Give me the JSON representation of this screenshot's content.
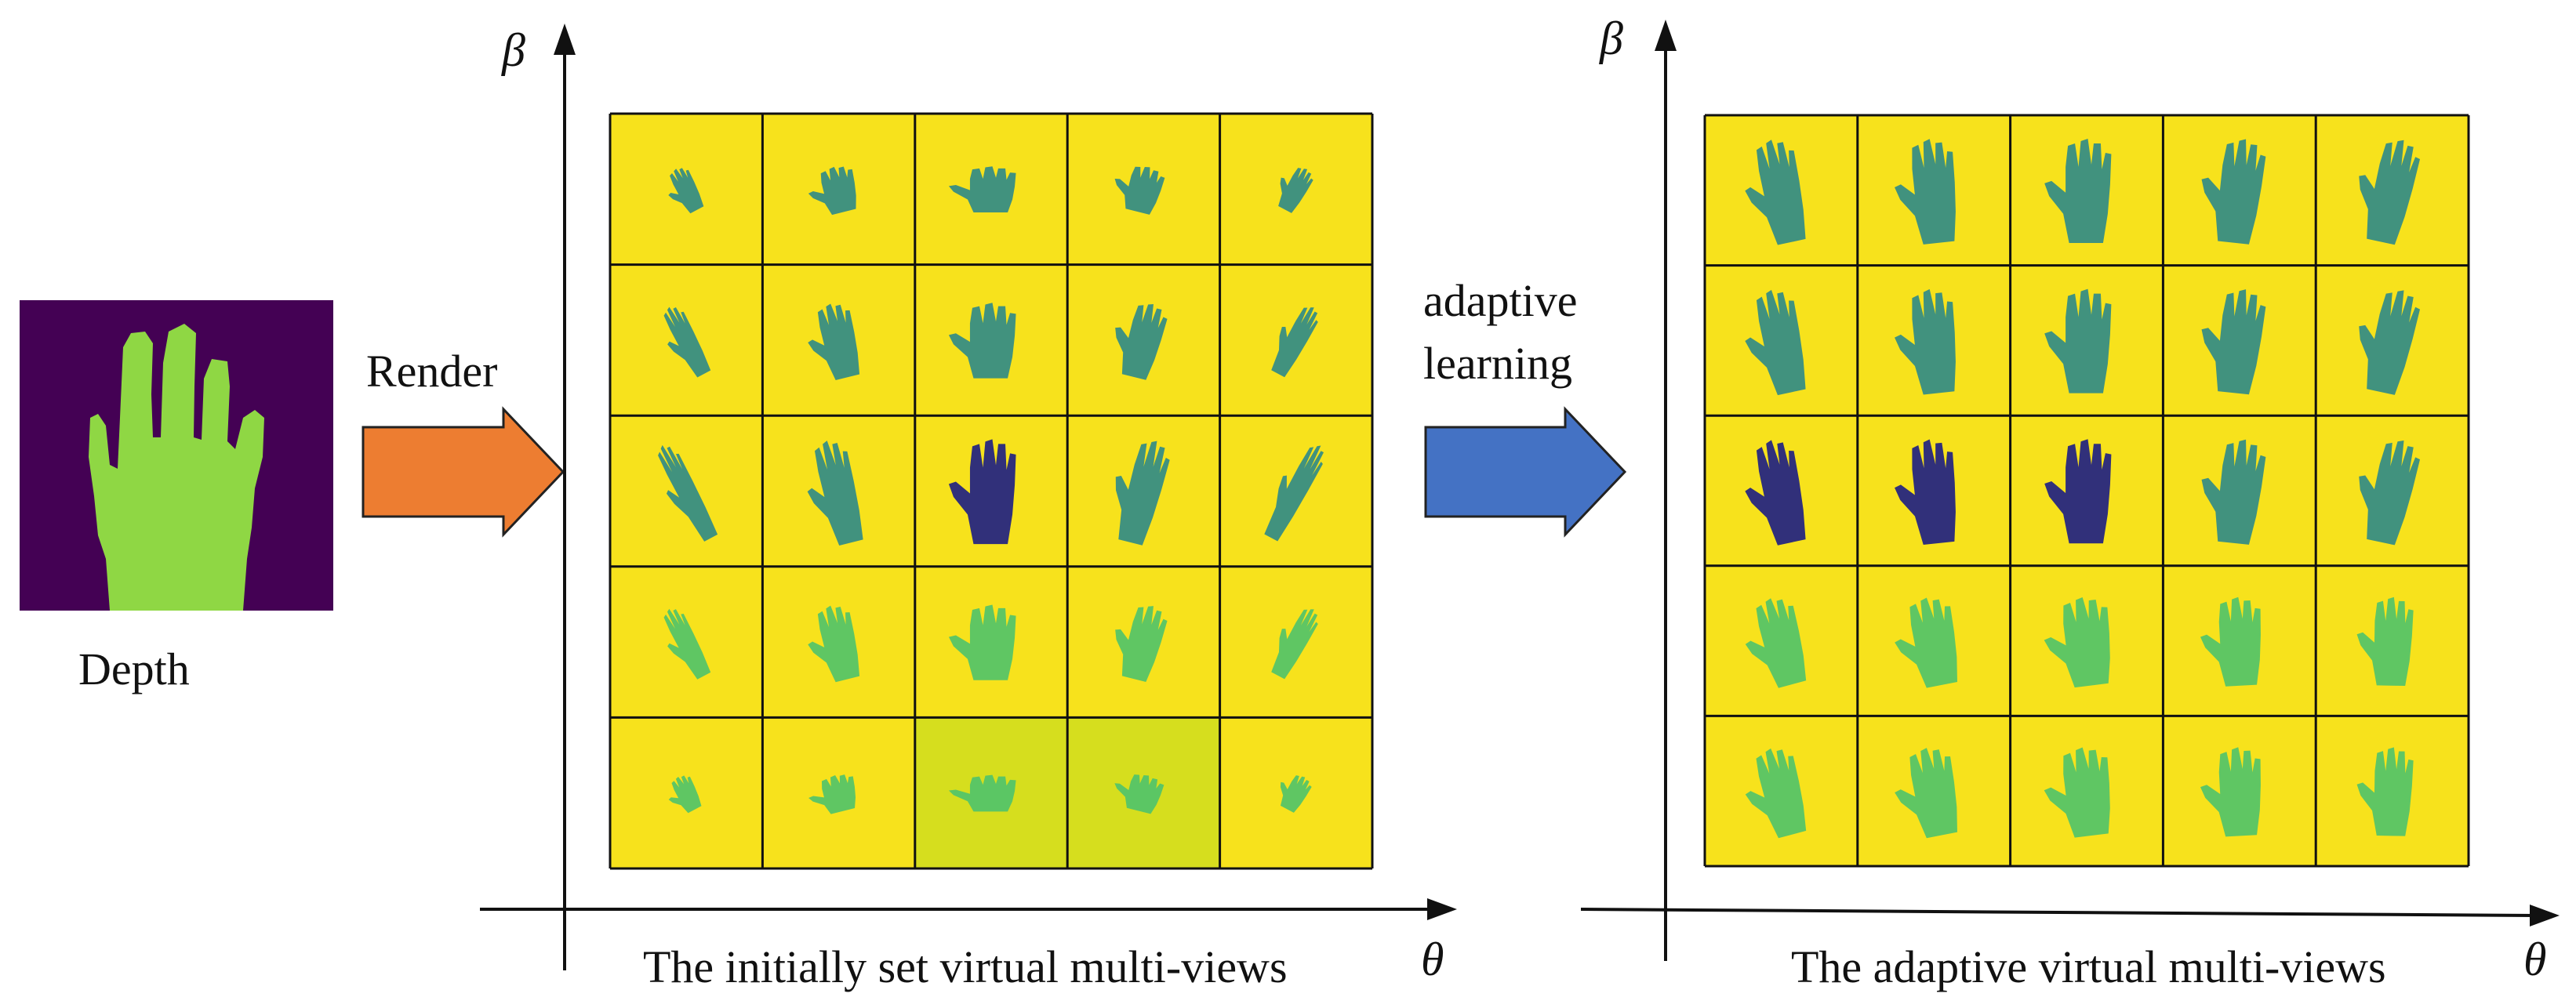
{
  "depth_label": "Depth",
  "render_label": "Render",
  "adaptive_label_line1": "adaptive",
  "adaptive_label_line2": "learning",
  "left_grid": {
    "caption": "The initially set virtual multi-views",
    "x_axis_symbol": "θ",
    "y_axis_symbol": "β",
    "rows": 5,
    "cols": 5,
    "highlighted_cells": [
      [
        4,
        2
      ],
      [
        4,
        3
      ]
    ]
  },
  "right_grid": {
    "caption": "The adaptive virtual multi-views",
    "x_axis_symbol": "θ",
    "y_axis_symbol": "β",
    "rows": 5,
    "cols": 5
  },
  "colors": {
    "cell_bg": "#f7e21c",
    "cell_bg_highlight": "#d6de1e",
    "depth_bg": "#440154",
    "depth_hand": "#8fd744",
    "render_arrow": "#ed7d31",
    "adaptive_arrow": "#4472c4",
    "hand_dark": "#31307a",
    "hand_mid": "#2c8a8a",
    "hand_light": "#4ec36b"
  }
}
